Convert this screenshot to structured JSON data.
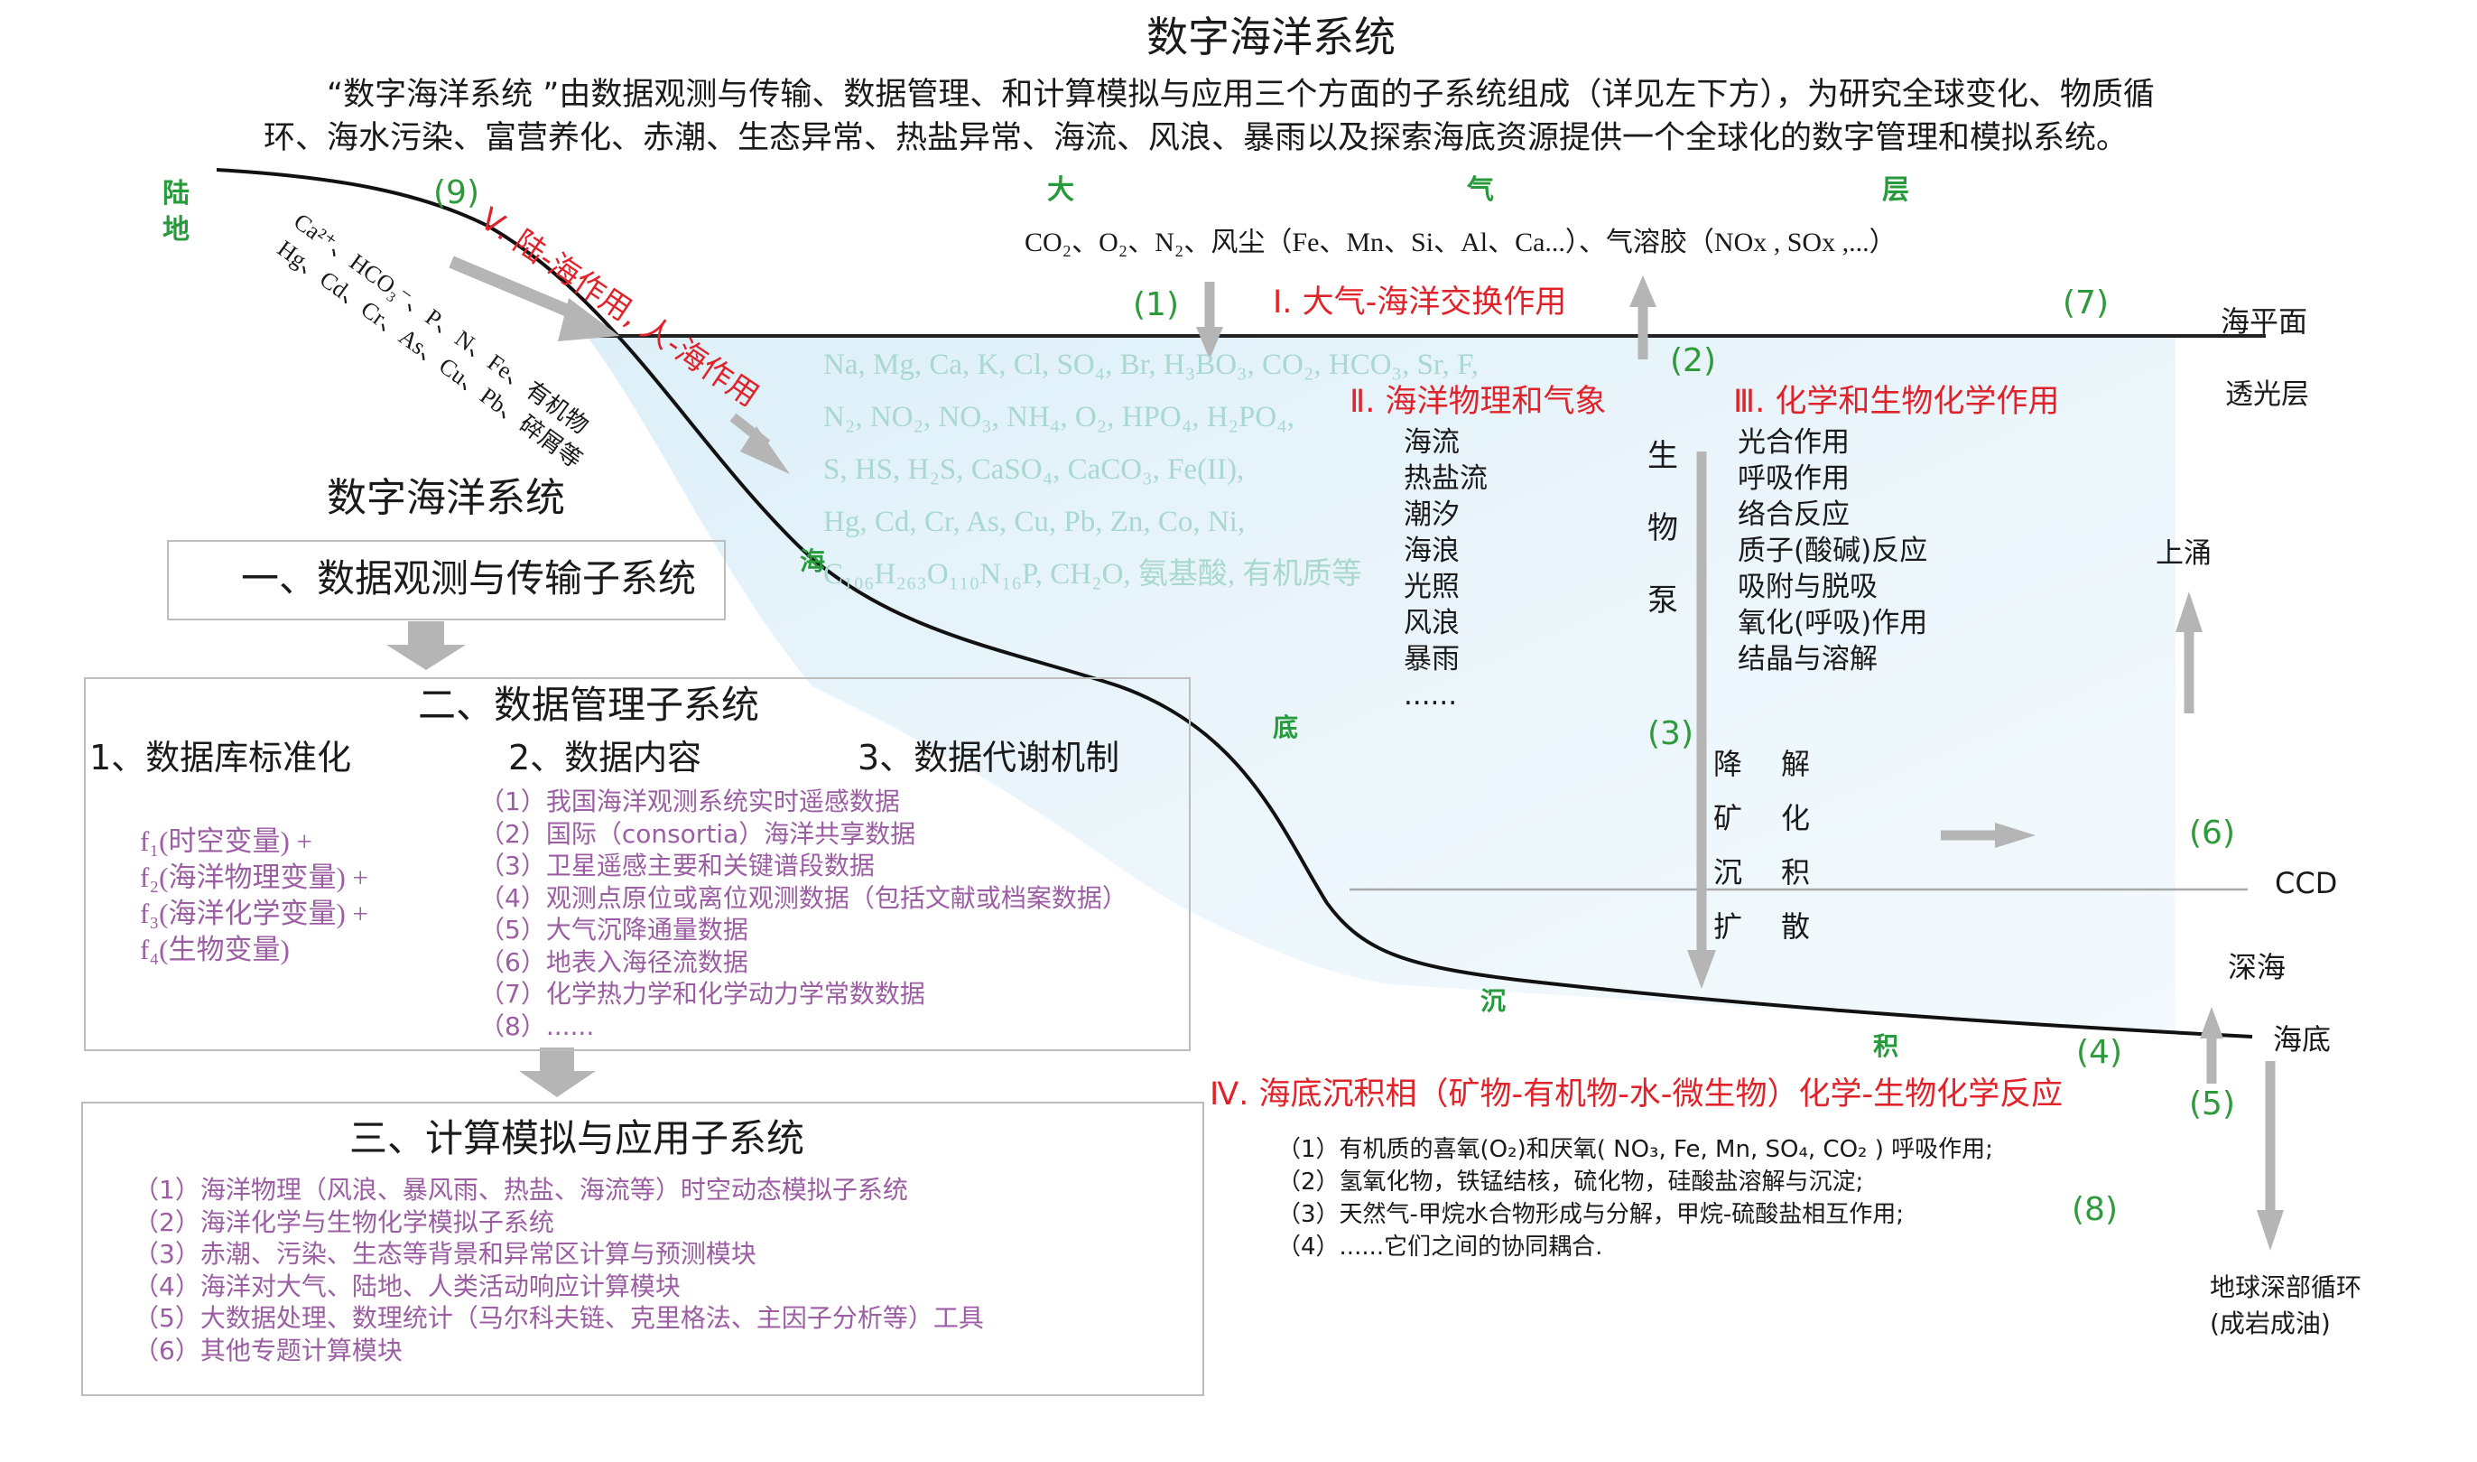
{
  "title": "数字海洋系统",
  "intro": {
    "line1": "“数字海洋系统 ”由数据观测与传输、数据管理、和计算模拟与应用三个方面的子系统组成（详见左下方），为研究全球变化、物质循",
    "line2": "环、海水污染、富营养化、赤潮、生态异常、热盐异常、海流、风浪、暴雨以及探索海底资源提供一个全球化的数字管理和模拟系统。"
  },
  "atmosphere": {
    "label": [
      "大",
      "气",
      "层"
    ],
    "species": "CO₂、O₂、N₂、风尘（Fe、Mn、Si、Al、Ca...）、气溶胶（NOx , SOx ,...）"
  },
  "land": {
    "label": [
      "陆",
      "地"
    ],
    "inputs_line1": "Ca²⁺、HCO₃⁻、P、N、Fe、有机物",
    "inputs_line2": "Hg、Cd、Cr、As、Cu、Pb、碎屑等"
  },
  "markers": {
    "1": "(1)",
    "2": "(2)",
    "3": "(3)",
    "4": "(4)",
    "5": "(5)",
    "6": "(6)",
    "7": "(7)",
    "8": "(8)",
    "9": "(9)"
  },
  "processes": {
    "p1": "Ⅰ. 大气-海洋交换作用",
    "p2": "Ⅱ. 海洋物理和气象",
    "p3": "Ⅲ. 化学和生物化学作用",
    "p4": "Ⅳ. 海底沉积相（矿物-有机物-水-微生物）化学-生物化学反应",
    "p5": "Ⅴ. 陆-海作用, 人-海作用"
  },
  "seawater_species": [
    "Na, Mg, Ca, K, Cl, SO₄, Br, H₃BO₃, CO₂, HCO₃, Sr, F,",
    "N₂, NO₂, NO₃, NH₄, O₂, HPO₄, H₂PO₄,",
    "S, HS, H₂S, CaSO₄, CaCO₃, Fe(II),",
    "Hg, Cd, Cr, As, Cu, Pb, Zn, Co, Ni,",
    "C₁₀₆H₂₆₃O₁₁₀N₁₆P, CH₂O, 氨基酸, 有机质等"
  ],
  "physics_list": [
    "海流",
    "热盐流",
    "潮汐",
    "海浪",
    "光照",
    "风浪",
    "暴雨",
    "......"
  ],
  "bio_pump": [
    "生",
    "物",
    "泵"
  ],
  "chemistry_list": [
    "光合作用",
    "呼吸作用",
    "络合反应",
    "质子(酸碱)反应",
    "吸附与脱吸",
    "氧化(呼吸)作用",
    "结晶与溶解"
  ],
  "deg_pairs": [
    [
      "降",
      "解"
    ],
    [
      "矿",
      "化"
    ],
    [
      "沉",
      "积"
    ],
    [
      "扩",
      "散"
    ]
  ],
  "right_labels": {
    "sea_level": "海平面",
    "photic_zone": "透光层",
    "upwelling": "上涌",
    "ccd": "CCD",
    "deep_sea": "深海",
    "seafloor": "海底",
    "deep_earth_1": "地球深部循环",
    "deep_earth_2": "(成岩成油)"
  },
  "seafloor_labels": [
    "海",
    "底",
    "沉",
    "积"
  ],
  "sediment_list": [
    "（1）有机质的喜氧(O₂)和厌氧( NO₃, Fe, Mn, SO₄, CO₂ ) 呼吸作用;",
    "（2）氢氧化物，铁锰结核，硫化物，硅酸盐溶解与沉淀;",
    "（3）天然气-甲烷水合物形成与分解，甲烷-硫酸盐相互作用;",
    "（4）......它们之间的协同耦合."
  ],
  "subsystems": {
    "heading": "数字海洋系统",
    "s1": {
      "title": "一、数据观测与传输子系统"
    },
    "s2": {
      "title": "二、数据管理子系统",
      "columns": [
        "1、数据库标准化",
        "2、数据内容",
        "3、数据代谢机制"
      ],
      "formula": [
        "f₁(时空变量) +",
        "f₂(海洋物理变量) +",
        "f₃(海洋化学变量) +",
        "f₄(生物变量)"
      ],
      "contents": [
        "（1）我国海洋观测系统实时遥感数据",
        "（2）国际（consortia）海洋共享数据",
        "（3）卫星遥感主要和关键谱段数据",
        "（4）观测点原位或离位观测数据（包括文献或档案数据）",
        "（5）大气沉降通量数据",
        "（6）地表入海径流数据",
        "（7）化学热力学和化学动力学常数数据",
        "（8）......"
      ]
    },
    "s3": {
      "title": "三、计算模拟与应用子系统",
      "items": [
        "（1）海洋物理（风浪、暴风雨、热盐、海流等）时空动态模拟子系统",
        "（2）海洋化学与生物化学模拟子系统",
        "（3）赤潮、污染、生态等背景和异常区计算与预测模块",
        "（4）海洋对大气、陆地、人类活动响应计算模块",
        "（5）大数据处理、数理统计（马尔科夫链、克里格法、主因子分析等）工具",
        "（6）其他专题计算模块"
      ]
    }
  }
}
